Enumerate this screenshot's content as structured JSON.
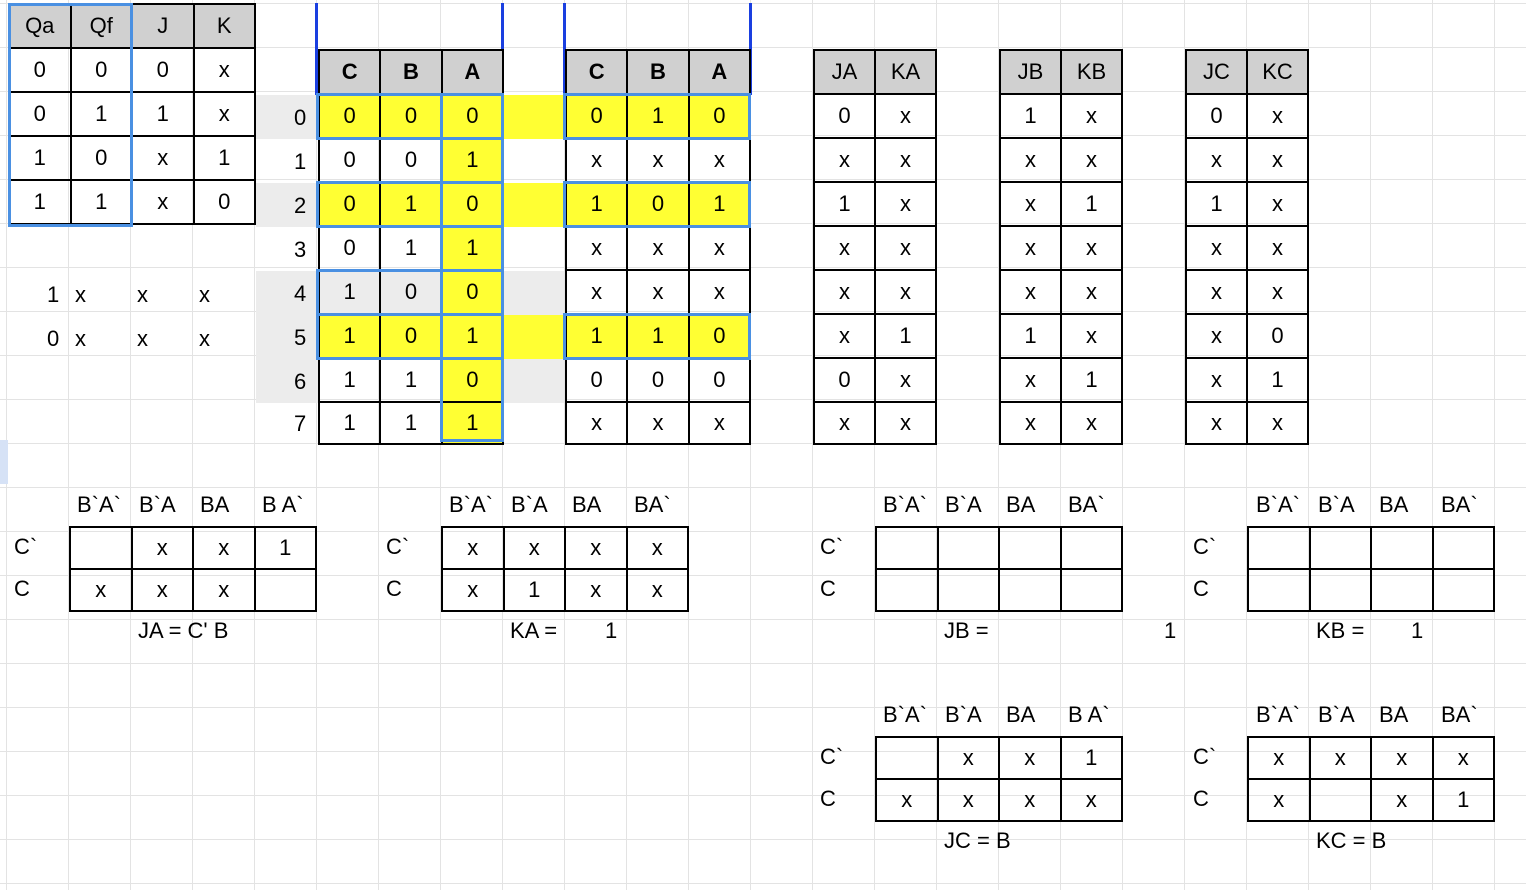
{
  "jk_table": {
    "headers": [
      "Qa",
      "Qf",
      "J",
      "K"
    ],
    "rows": [
      [
        "0",
        "0",
        "0",
        "x"
      ],
      [
        "0",
        "1",
        "1",
        "x"
      ],
      [
        "1",
        "0",
        "x",
        "1"
      ],
      [
        "1",
        "1",
        "x",
        "0"
      ]
    ]
  },
  "side_notes": [
    [
      "1",
      "x",
      "x",
      "x"
    ],
    [
      "0",
      "x",
      "x",
      "x"
    ]
  ],
  "row_numbers": [
    "0",
    "1",
    "2",
    "3",
    "4",
    "5",
    "6",
    "7"
  ],
  "current_state": {
    "headers": [
      "C",
      "B",
      "A"
    ],
    "rows": [
      [
        "0",
        "0",
        "0"
      ],
      [
        "0",
        "0",
        "1"
      ],
      [
        "0",
        "1",
        "0"
      ],
      [
        "0",
        "1",
        "1"
      ],
      [
        "1",
        "0",
        "0"
      ],
      [
        "1",
        "0",
        "1"
      ],
      [
        "1",
        "1",
        "0"
      ],
      [
        "1",
        "1",
        "1"
      ]
    ]
  },
  "next_state": {
    "headers": [
      "C",
      "B",
      "A"
    ],
    "rows": [
      [
        "0",
        "1",
        "0"
      ],
      [
        "x",
        "x",
        "x"
      ],
      [
        "1",
        "0",
        "1"
      ],
      [
        "x",
        "x",
        "x"
      ],
      [
        "x",
        "x",
        "x"
      ],
      [
        "1",
        "1",
        "0"
      ],
      [
        "0",
        "0",
        "0"
      ],
      [
        "x",
        "x",
        "x"
      ]
    ]
  },
  "ja_ka": {
    "headers": [
      "JA",
      "KA"
    ],
    "rows": [
      [
        "0",
        "x"
      ],
      [
        "x",
        "x"
      ],
      [
        "1",
        "x"
      ],
      [
        "x",
        "x"
      ],
      [
        "x",
        "x"
      ],
      [
        "x",
        "1"
      ],
      [
        "0",
        "x"
      ],
      [
        "x",
        "x"
      ]
    ]
  },
  "jb_kb": {
    "headers": [
      "JB",
      "KB"
    ],
    "rows": [
      [
        "1",
        "x"
      ],
      [
        "x",
        "x"
      ],
      [
        "x",
        "1"
      ],
      [
        "x",
        "x"
      ],
      [
        "x",
        "x"
      ],
      [
        "1",
        "x"
      ],
      [
        "x",
        "1"
      ],
      [
        "x",
        "x"
      ]
    ]
  },
  "jc_kc": {
    "headers": [
      "JC",
      "KC"
    ],
    "rows": [
      [
        "0",
        "x"
      ],
      [
        "x",
        "x"
      ],
      [
        "1",
        "x"
      ],
      [
        "x",
        "x"
      ],
      [
        "x",
        "x"
      ],
      [
        "x",
        "0"
      ],
      [
        "x",
        "1"
      ],
      [
        "x",
        "x"
      ]
    ]
  },
  "kmaps": {
    "ja": {
      "cols": [
        "B`A`",
        "B`A",
        "BA",
        "B A`"
      ],
      "rows": [
        "C`",
        "C"
      ],
      "cells": [
        [
          "",
          "x",
          "x",
          "1"
        ],
        [
          "x",
          "x",
          "x",
          ""
        ]
      ],
      "caption": "JA = C' B"
    },
    "ka": {
      "cols": [
        "B`A`",
        "B`A",
        "BA",
        "BA`"
      ],
      "rows": [
        "C`",
        "C"
      ],
      "cells": [
        [
          "x",
          "x",
          "x",
          "x"
        ],
        [
          "x",
          "1",
          "x",
          "x"
        ]
      ],
      "caption": "KA =",
      "caption_val": "1"
    },
    "jb": {
      "cols": [
        "B`A`",
        "B`A",
        "BA",
        "BA`"
      ],
      "rows": [
        "C`",
        "C"
      ],
      "cells": [
        [
          "",
          "",
          "",
          ""
        ],
        [
          "",
          "",
          "",
          ""
        ]
      ],
      "caption": "JB =",
      "caption_val": "1"
    },
    "kb": {
      "cols": [
        "B`A`",
        "B`A",
        "BA",
        "BA`"
      ],
      "rows": [
        "C`",
        "C"
      ],
      "cells": [
        [
          "",
          "",
          "",
          ""
        ],
        [
          "",
          "",
          "",
          ""
        ]
      ],
      "caption": "KB =",
      "caption_val": "1"
    },
    "jc": {
      "cols": [
        "B`A`",
        "B`A",
        "BA",
        "B A`"
      ],
      "rows": [
        "C`",
        "C"
      ],
      "cells": [
        [
          "",
          "x",
          "x",
          "1"
        ],
        [
          "x",
          "x",
          "x",
          "x"
        ]
      ],
      "caption": "JC = B"
    },
    "kc": {
      "cols": [
        "B`A`",
        "B`A",
        "BA",
        "BA`"
      ],
      "rows": [
        "C`",
        "C"
      ],
      "cells": [
        [
          "x",
          "x",
          "x",
          "x"
        ],
        [
          "x",
          "",
          "x",
          "1"
        ]
      ],
      "caption": "KC = B"
    }
  }
}
